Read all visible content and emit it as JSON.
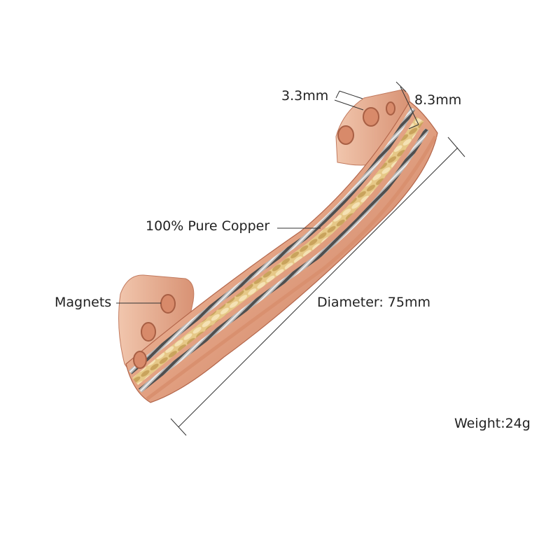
{
  "labels": {
    "thickness": "3.3mm",
    "width": "8.3mm",
    "material": "100% Pure Copper",
    "magnets": "Magnets",
    "diameter": "Diameter: 75mm",
    "weight": "Weight:24g"
  },
  "colors": {
    "copper_light": "#f3c2a6",
    "copper_mid": "#d98f70",
    "copper_dark": "#b8664a",
    "silver": "#c9c9c9",
    "silver_dark": "#6b6b6b",
    "gold": "#e8c98a",
    "gold_dark": "#b08a45",
    "line": "#333333"
  }
}
